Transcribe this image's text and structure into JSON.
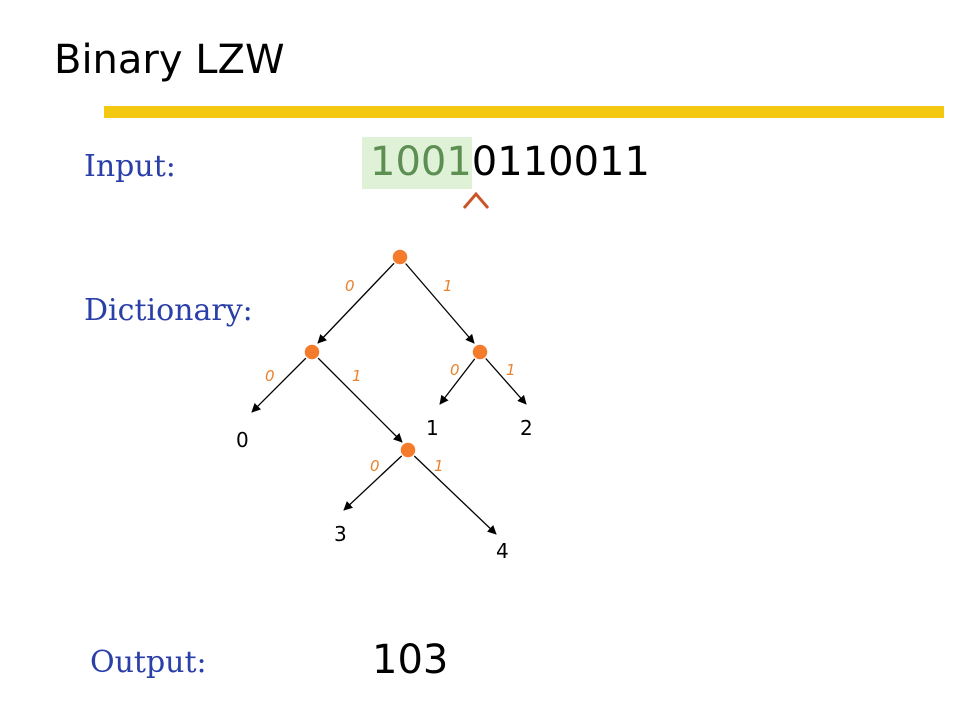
{
  "title": "Binary LZW",
  "input": {
    "label": "Input:",
    "processed": "1001",
    "remaining": "0110011"
  },
  "dictionary": {
    "label": "Dictionary:",
    "edges": [
      {
        "label": "0"
      },
      {
        "label": "1"
      },
      {
        "label": "0"
      },
      {
        "label": "1"
      },
      {
        "label": "0"
      },
      {
        "label": "1"
      },
      {
        "label": "0"
      },
      {
        "label": "1"
      }
    ],
    "codes": [
      "0",
      "1",
      "2",
      "3",
      "4"
    ]
  },
  "output": {
    "label": "Output:",
    "value": "103"
  },
  "colors": {
    "accent_bar": "#f2c811",
    "node_fill": "#f47a2c",
    "edge_label": "#e8822f",
    "label_text": "#2a3fa8",
    "processed_bg": "#dff2d8",
    "processed_text": "#5d8f53",
    "caret": "#c9552a"
  }
}
